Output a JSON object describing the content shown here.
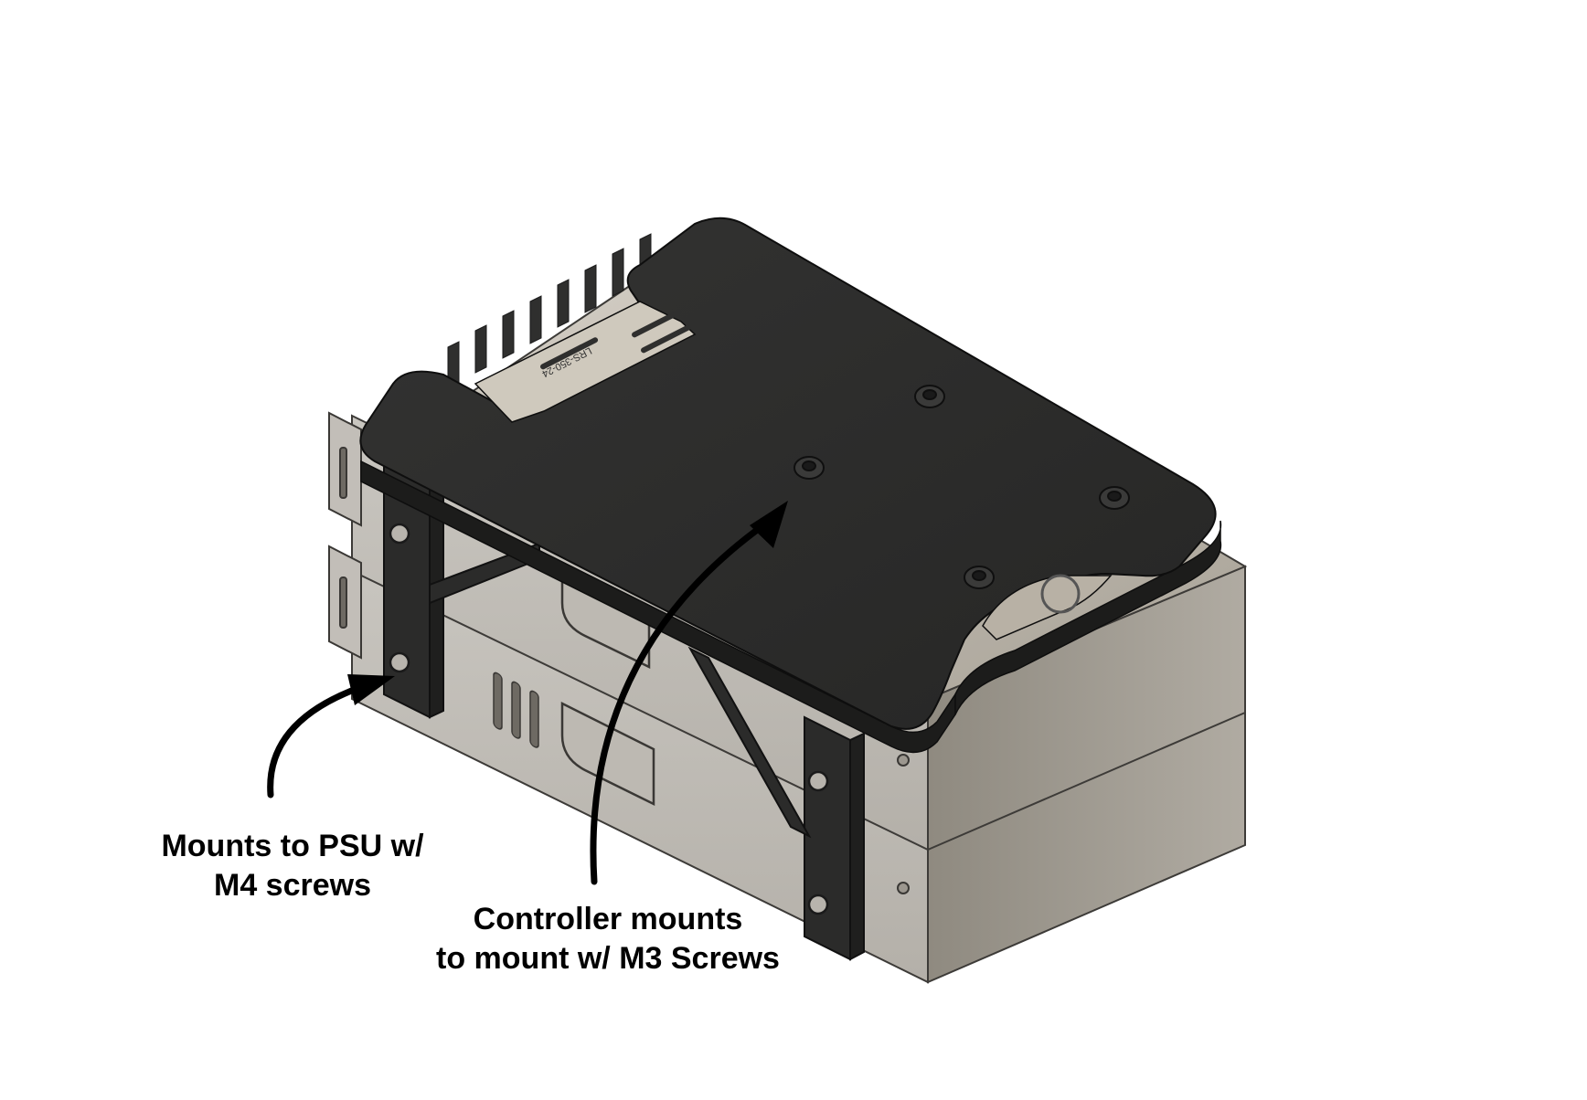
{
  "colors": {
    "background": "#ffffff",
    "mount_plate": "#2b2b2a",
    "psu_light": "#cfccc6",
    "psu_dark": "#8e8a82",
    "annotation": "#000000"
  },
  "callouts": {
    "psu_mount": {
      "line1": "Mounts to PSU w/",
      "line2": "M4 screws"
    },
    "controller_mount": {
      "line1": "Controller mounts",
      "line2": "to mount w/ M3 Screws"
    }
  },
  "parts": {
    "heatsink_label": "LRS-350-24",
    "psu_count": 2,
    "top_plate_screw_count": 4,
    "bracket_screw_count": 4
  }
}
